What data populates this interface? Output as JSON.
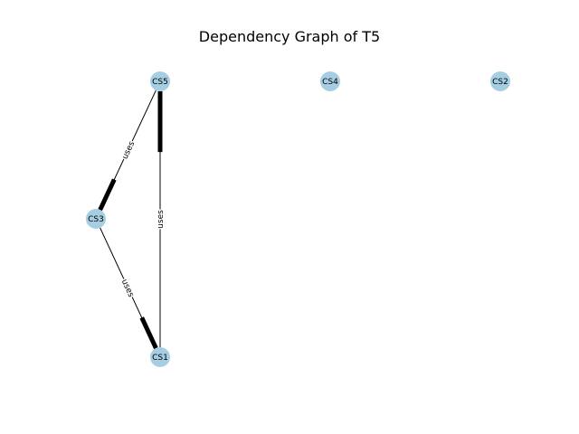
{
  "title": "Dependency Graph of T5",
  "colors": {
    "node": "#a6cee3",
    "edge": "#000000"
  },
  "nodes": [
    {
      "id": "CS5",
      "label": "CS5"
    },
    {
      "id": "CS4",
      "label": "CS4"
    },
    {
      "id": "CS2",
      "label": "CS2"
    },
    {
      "id": "CS3",
      "label": "CS3"
    },
    {
      "id": "CS1",
      "label": "CS1"
    }
  ],
  "edges": [
    {
      "source": "CS5",
      "target": "CS3",
      "label": "uses",
      "directed": true
    },
    {
      "source": "CS3",
      "target": "CS1",
      "label": "uses",
      "directed": true
    },
    {
      "source": "CS1",
      "target": "CS5",
      "label": "uses",
      "directed": true
    }
  ]
}
